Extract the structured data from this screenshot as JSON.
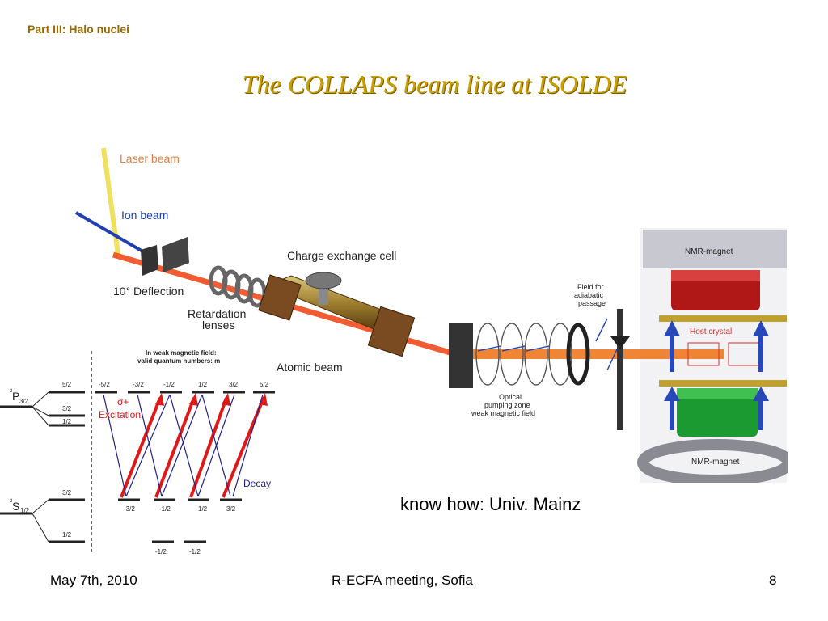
{
  "header": {
    "section": "Part III: Halo nuclei",
    "title": "The COLLAPS beam line at ISOLDE"
  },
  "beamline": {
    "labels": {
      "laser_beam": "Laser beam",
      "ion_beam": "Ion beam",
      "deflection": "10° Deflection",
      "charge_exchange": "Charge exchange cell",
      "retardation_1": "Retardation",
      "retardation_2": "lenses",
      "atomic_beam": "Atomic beam"
    }
  },
  "levels": {
    "header_1": "In weak magnetic field:",
    "header_2": "valid quantum numbers: m",
    "p_state": "P",
    "p_state_sup": "2",
    "p_state_sub": "3/2",
    "s_state": "S",
    "s_state_sup": "2",
    "s_state_sub": "1/2",
    "p_levels": [
      "5/2",
      "3/2",
      "1/2"
    ],
    "s_levels": [
      "3/2",
      "1/2"
    ],
    "upper_m": [
      "-5/2",
      "-3/2",
      "-1/2",
      "1/2",
      "3/2",
      "5/2"
    ],
    "lower_m": [
      "-3/2",
      "-1/2",
      "1/2",
      "3/2"
    ],
    "lowest_m": [
      "-1/2",
      "-1/2"
    ],
    "excitation_sigma": "σ+",
    "excitation": "Excitation",
    "decay": "Decay"
  },
  "nmr": {
    "field_1": "Field for",
    "field_2": "adiabatic",
    "field_3": "passage",
    "optical_1": "Optical",
    "optical_2": "pumping zone",
    "optical_3": "weak magnetic field",
    "nmr_top": "NMR-magnet",
    "host_crystal": "Host crystal",
    "nmr_bottom": "NMR-magnet"
  },
  "caption": "know how: Univ. Mainz",
  "footer": {
    "date": "May 7th, 2010",
    "meeting": "R-ECFA meeting, Sofia",
    "page": "8"
  }
}
